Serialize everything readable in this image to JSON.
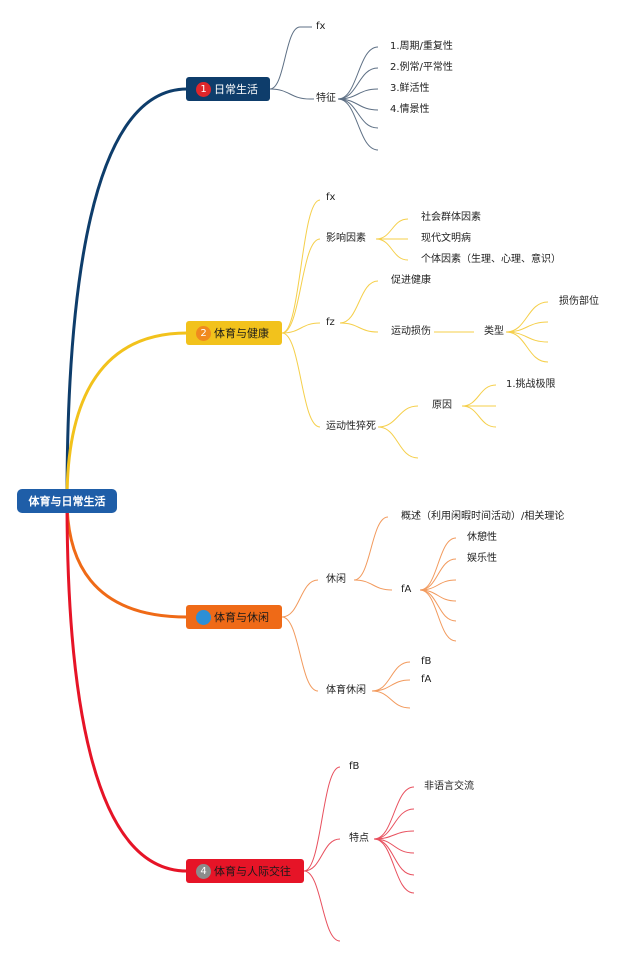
{
  "root": "体育与日常生活",
  "branches": [
    {
      "label": "日常生活",
      "badge": "1",
      "color": "#0e3d6b",
      "badge_color": "#e0262b"
    },
    {
      "label": "体育与健康",
      "badge": "2",
      "color": "#f2c21c",
      "badge_color": "#f08a1e"
    },
    {
      "label": "体育与休闲",
      "badge": "",
      "color": "#ef6a17",
      "badge_color": "#2c8fd6"
    },
    {
      "label": "体育与人际交往",
      "badge": "4",
      "color": "#e61427",
      "badge_color": "#8c8c8c"
    }
  ],
  "nodes": {
    "b1": {
      "fx": "fx",
      "tezheng": "特征",
      "t1": "1.周期/重复性",
      "t2": "2.例常/平常性",
      "t3": "3.鲜活性",
      "t4": "4.情景性"
    },
    "b2": {
      "fx": "fx",
      "yingxiang": "影响因素",
      "y1": "社会群体因素",
      "y2": "现代文明病",
      "y3": "个体因素（生理、心理、意识）",
      "fz": "fz",
      "cujin": "促进健康",
      "sunshang": "运动损伤",
      "leixing": "类型",
      "buwei": "损伤部位",
      "cusi": "运动性猝死",
      "yuanyin": "原因",
      "tiaozhan": "1.挑战极限"
    },
    "b3": {
      "xiuxian": "休闲",
      "gaishu": "概述（利用闲暇时间活动）/相关理论",
      "fa": "fA",
      "xiuqi": "休憩性",
      "yule": "娱乐性",
      "tiyu": "体育休闲",
      "fb2": "fB",
      "fa2": "fA"
    },
    "b4": {
      "fb": "fB",
      "tedian": "特点",
      "feiyuyan": "非语言交流"
    }
  }
}
